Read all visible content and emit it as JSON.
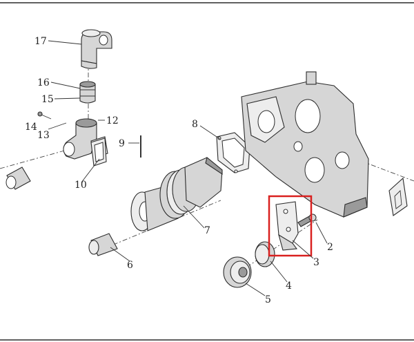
{
  "labels": {
    "l17": "17",
    "l16": "16",
    "l15": "15",
    "l14": "14",
    "l13": "13",
    "l12": "12",
    "l10": "10",
    "l9": "9",
    "l8": "8",
    "l7": "7",
    "l6": "6",
    "l5": "5",
    "l4": "4",
    "l3": "3",
    "l2": "2"
  },
  "colors": {
    "highlight": "#d9201f"
  }
}
